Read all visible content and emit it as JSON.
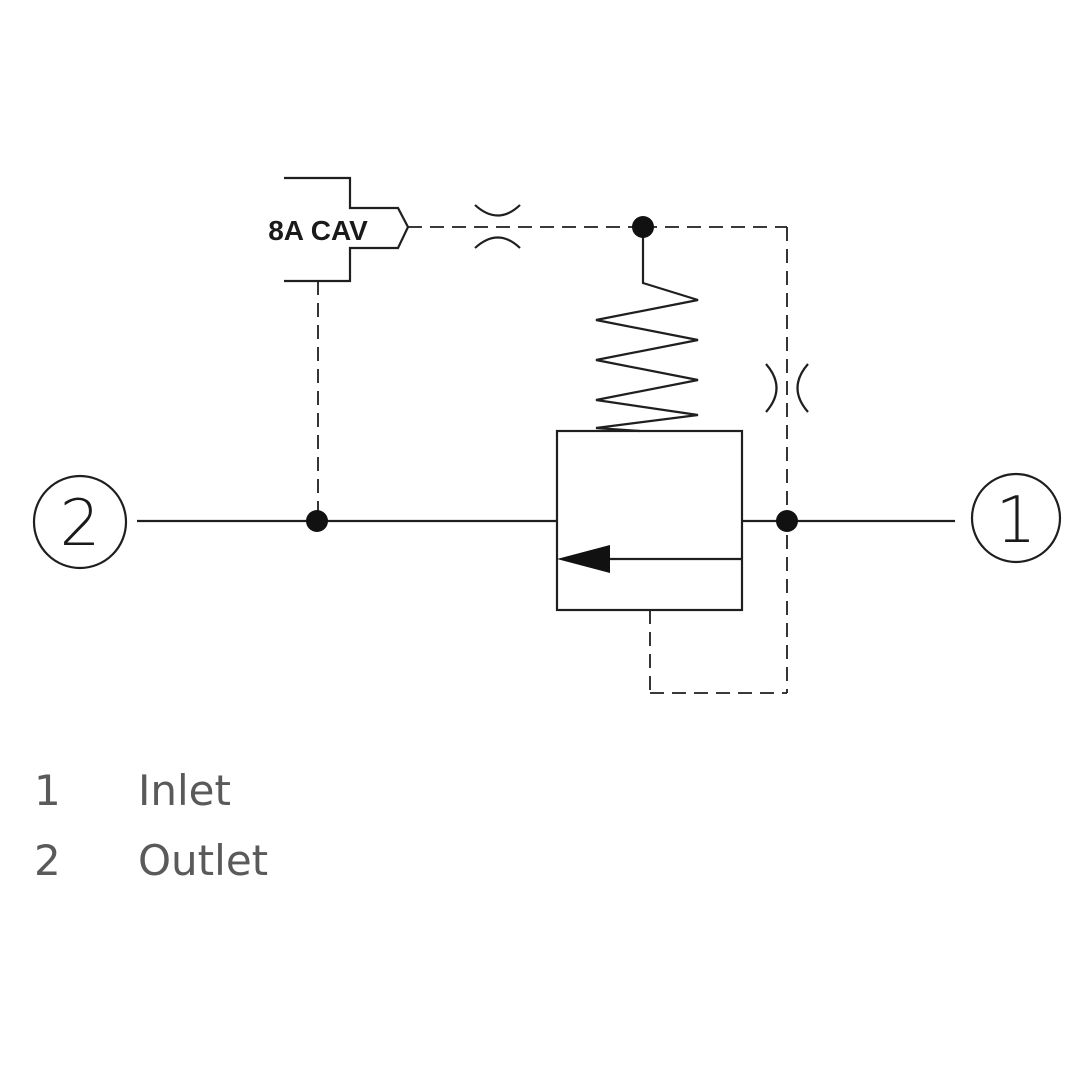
{
  "diagram": {
    "cavity_label": "8A CAV",
    "ports": [
      {
        "number": "2"
      },
      {
        "number": "1"
      }
    ]
  },
  "legend": [
    {
      "number": "1",
      "label": "Inlet"
    },
    {
      "number": "2",
      "label": "Outlet"
    }
  ]
}
